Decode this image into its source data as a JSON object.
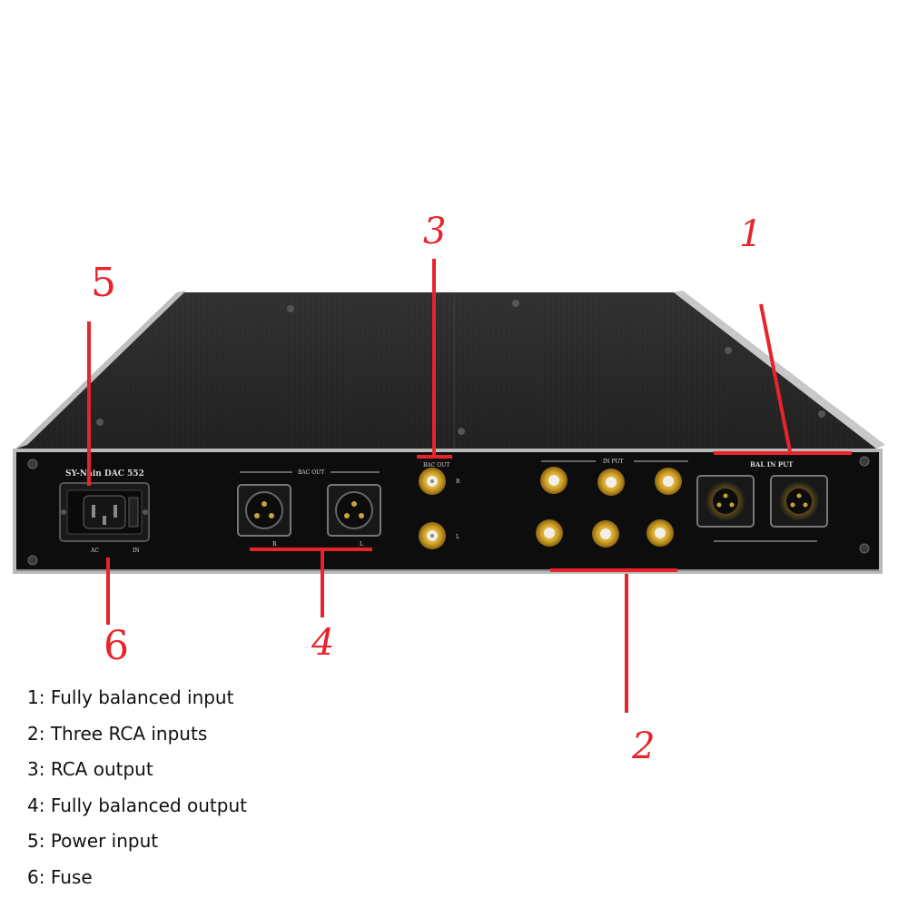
{
  "device": {
    "model_label": "SY-Nain DAC 552",
    "ac_in_left": "AC",
    "ac_in_right": "IN",
    "bal_out_label": "BAC OUT",
    "rca_out_label": "BAC OUT",
    "rca_in_label": "IN PUT",
    "bal_in_label": "BAL IN PUT",
    "channel_r": "R",
    "channel_l": "L"
  },
  "callouts": [
    "1",
    "2",
    "3",
    "4",
    "5",
    "6"
  ],
  "legend": [
    "1: Fully balanced input",
    "2: Three RCA inputs",
    "3: RCA output",
    "4: Fully balanced output",
    "5: Power input",
    "6: Fuse"
  ],
  "colors": {
    "callout_red": "#e8242a",
    "chassis_top": "#2a2a2a",
    "panel_black": "#0d0d0d",
    "gold": "#d4a52a"
  }
}
